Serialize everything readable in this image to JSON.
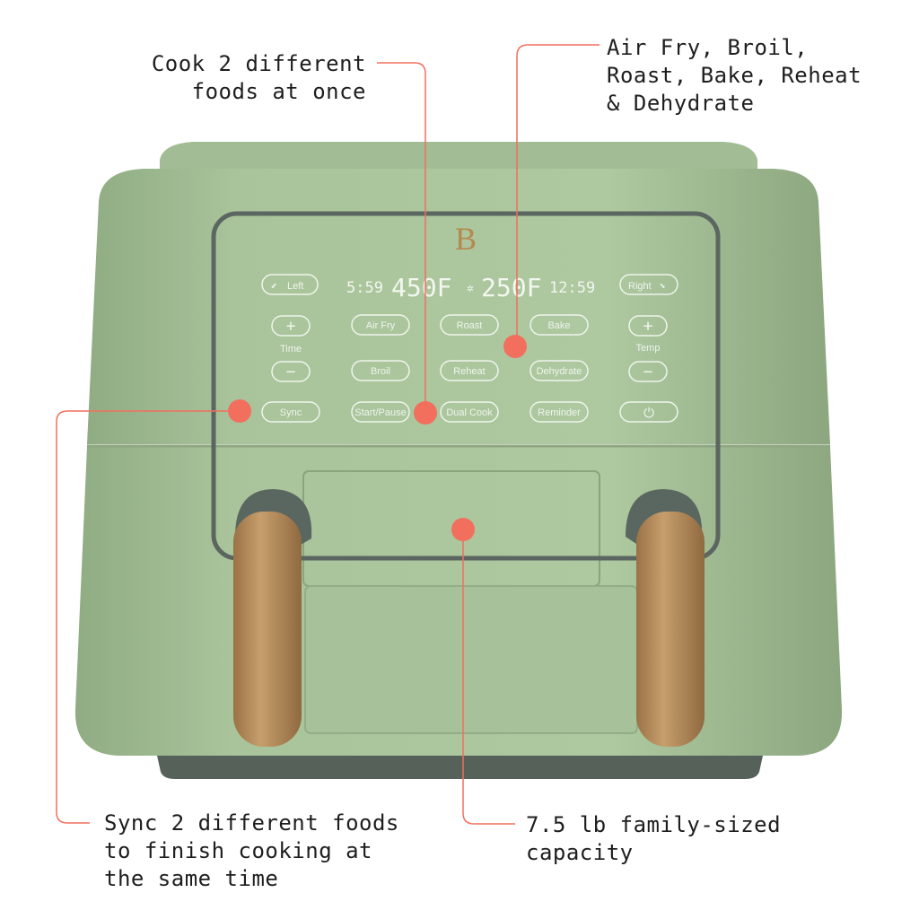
{
  "callouts": {
    "cook_two_foods": "Cook 2 different\nfoods at once",
    "cooking_modes": "Air Fry, Broil,\nRoast, Bake, Reheat\n& Dehydrate",
    "sync": "Sync 2 different foods\nto finish cooking at\nthe same time",
    "capacity": "7.5 lb family-sized\ncapacity"
  },
  "panel": {
    "logo": "B",
    "display": {
      "left_time": "5:59",
      "left_temp": "450F",
      "right_temp": "250F",
      "right_time": "12:59"
    },
    "buttons": {
      "left": "Left",
      "right": "Right",
      "time_label": "Time",
      "temp_label": "Temp",
      "air_fry": "Air Fry",
      "roast": "Roast",
      "bake": "Bake",
      "broil": "Broil",
      "reheat": "Reheat",
      "dehydrate": "Dehydrate",
      "sync": "Sync",
      "start_pause": "Start/Pause",
      "dual_cook": "Dual Cook",
      "reminder": "Reminder"
    }
  },
  "colors": {
    "body_green": "#a9c29b",
    "accent_coral": "#f26f5e",
    "handle_gold": "#b08756",
    "panel_gray": "#5b6660"
  }
}
